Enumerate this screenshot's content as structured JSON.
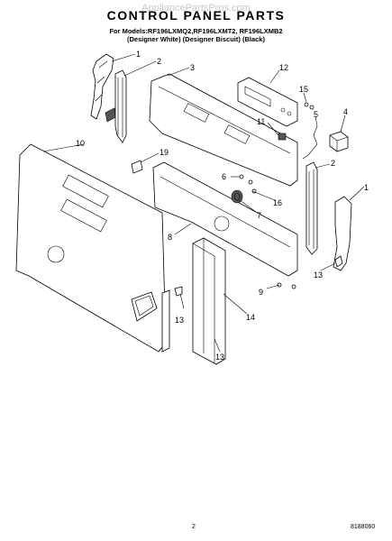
{
  "watermark": "AppliancePartsPros.com",
  "title": "CONTROL PANEL PARTS",
  "models_line": "For Models:RF196LXMQ2,RF196LXMT2, RF196LXMB2",
  "colors_line": "(Designer White) (Designer Biscuit) (Black)",
  "page_number": "2",
  "doc_number": "8188060",
  "callouts": {
    "c1a": "1",
    "c2a": "2",
    "c3": "3",
    "c12": "12",
    "c15": "15",
    "c11": "11",
    "c5": "5",
    "c4": "4",
    "c10": "10",
    "c19": "19",
    "c6": "6",
    "c2b": "2",
    "c1b": "1",
    "c16": "16",
    "c7": "7",
    "c8": "8",
    "c13a": "13",
    "c9": "9",
    "c13b": "13",
    "c14": "14",
    "c13c": "13"
  }
}
